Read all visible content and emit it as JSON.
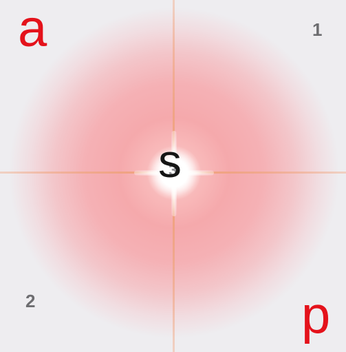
{
  "corners": {
    "top_left_letter": "a",
    "bottom_right_letter": "p",
    "top_right_number": "1",
    "bottom_left_number": "2"
  },
  "center": {
    "letter": "s",
    "number": "3"
  },
  "colors": {
    "background": "#eeedf0",
    "corner_letter": "#e4121b",
    "glow": "#f5a9ac",
    "crosshair": "#eea078",
    "center_letter": "#151515",
    "number": "#6d6d70"
  }
}
